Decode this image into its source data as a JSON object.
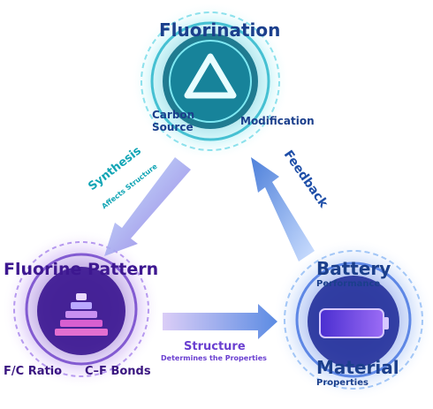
{
  "nodes": {
    "fluorination": {
      "title": "Fluorination",
      "left_label": [
        "Carbon",
        "Source"
      ],
      "right_label": "Modification"
    },
    "fluorine_pattern": {
      "title": "Fluorine Pattern",
      "left_label": "F/C Ratio",
      "right_label": "C–F Bonds"
    },
    "battery": {
      "title": "Battery",
      "subtitle": "Performance",
      "bottom_title": "Material",
      "bottom_subtitle": "Properties"
    }
  },
  "edges": {
    "synthesis": {
      "title": "Synthesis",
      "subtitle": "Affects Structure"
    },
    "feedback": {
      "title": "Feedback"
    },
    "structure": {
      "title": "Structure",
      "subtitle": "Determines the Properties"
    }
  },
  "colors": {
    "teal": "#1fb8c8",
    "navy": "#1b3f8c",
    "purple": "#5a2bb0",
    "violet": "#7b55d8"
  }
}
